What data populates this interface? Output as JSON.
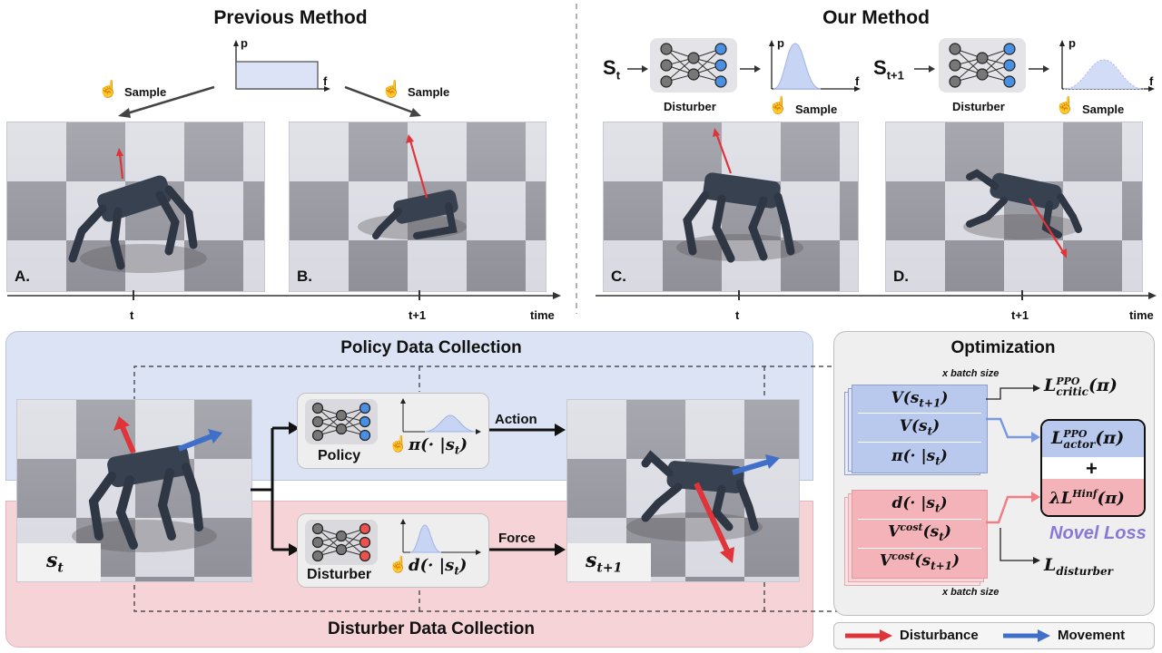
{
  "top": {
    "previous_title": "Previous Method",
    "our_title": "Our Method",
    "axis_p": "p",
    "axis_f": "f",
    "sample": "Sample",
    "disturber": "Disturber",
    "state_t": "S",
    "state_t_sub": "t",
    "state_t1": "S",
    "state_t1_sub": "t+1",
    "panel_a": "A.",
    "panel_b": "B.",
    "panel_c": "C.",
    "panel_d": "D.",
    "tick_t": "t",
    "tick_t1": "t+1",
    "time": "time"
  },
  "bottom": {
    "policy_collection": "Policy Data Collection",
    "disturber_collection": "Disturber Data Collection",
    "policy": "Policy",
    "disturber": "Disturber",
    "pi_dist": "π(· |s",
    "pi_sub": "t",
    "d_dist": "d(· |s",
    "d_sub": "t",
    "action": "Action",
    "force": "Force",
    "s_t": "s",
    "s_t_sub": "t",
    "s_t1": "s",
    "s_t1_sub": "t+1"
  },
  "optimization": {
    "title": "Optimization",
    "batch_top": "x batch size",
    "batch_bottom": "x batch size",
    "v_t1": "V(s",
    "v_t1_sub": "t+1",
    "v_t": "V(s",
    "v_t_sub": "t",
    "pi": "π(· |s",
    "pi_sub": "t",
    "d": "d(· |s",
    "d_sub": "t",
    "vcost_t": "V",
    "vcost_sup": "cost",
    "vcost_t_arg": "(s",
    "vcost_t_sub": "t",
    "vcost_t1_sup": "cost",
    "vcost_t1_sub": "t+1",
    "l_critic": "L",
    "l_critic_sup": "PPO",
    "l_critic_sub": "critic",
    "l_actor_sup": "PPO",
    "l_actor_sub": "actor",
    "plus": "+",
    "lambda": "λL",
    "hinf_sup": "Hinf",
    "novel_loss": "Novel Loss",
    "l_disturber_sub": "disturber"
  },
  "legend": {
    "disturbance": "Disturbance",
    "movement": "Movement",
    "disturbance_color": "#e0343a",
    "movement_color": "#3f6fc9"
  }
}
